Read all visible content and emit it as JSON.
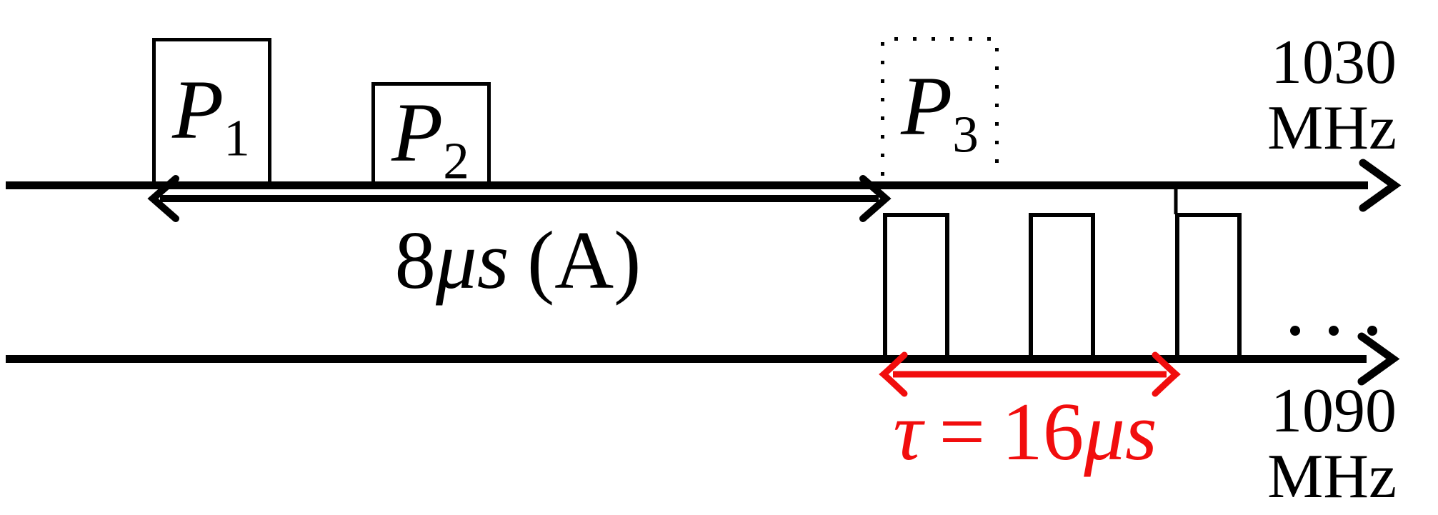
{
  "diagram": {
    "type": "pulse-timing-diagram",
    "colors": {
      "ink": "#000000",
      "accent_red": "#f10d0d",
      "background": "#ffffff"
    },
    "top_rail": {
      "frequency": {
        "value": "1030",
        "unit": "MHz"
      },
      "pulses": [
        {
          "symbol": "P",
          "subscript": "1",
          "box_style": "solid"
        },
        {
          "symbol": "P",
          "subscript": "2",
          "box_style": "solid"
        },
        {
          "symbol": "P",
          "subscript": "3",
          "box_style": "dotted"
        }
      ],
      "interval_label": {
        "value": "8",
        "unit": "μs",
        "note": "(A)"
      }
    },
    "bottom_rail": {
      "frequency": {
        "value": "1090",
        "unit": "MHz"
      },
      "reply_pulse_count": 3,
      "ellipsis": "...",
      "delay_label": {
        "symbol": "τ",
        "relation": "=",
        "value": "16",
        "unit": "μs"
      }
    }
  }
}
